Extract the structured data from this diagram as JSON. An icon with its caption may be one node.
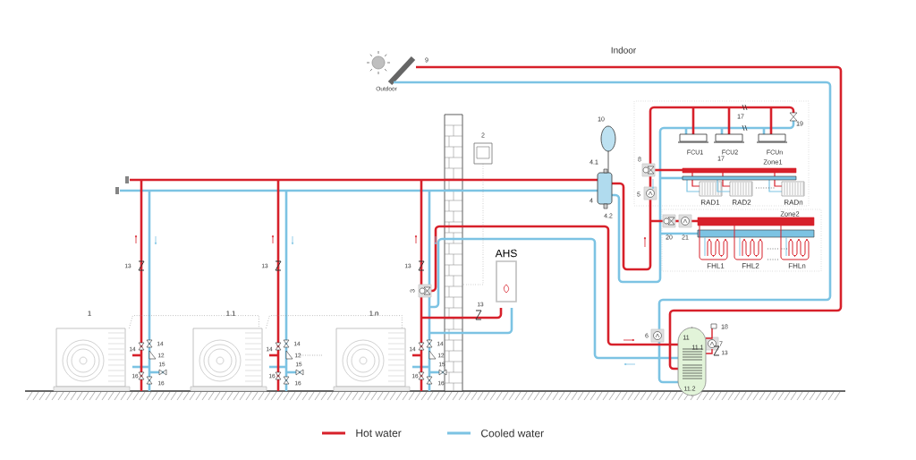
{
  "diagram": {
    "nodes": [
      {
        "text": [
          "1"
        ]
      },
      {
        "text": [
          "1.1"
        ]
      },
      {
        "text": [
          "1.n"
        ]
      },
      {
        "text": [
          "AHS"
        ]
      }
    ],
    "edges": [
      {
        "from": 0,
        "to": 1,
        "arrow": "none",
        "style": "dashed"
      },
      {
        "from": 1,
        "to": 2,
        "arrow": "none",
        "style": "dashed"
      }
    ],
    "labels": [
      "Indoor",
      "9",
      "Outdoor",
      "10",
      "17",
      "19",
      "2",
      "FCU1",
      "FCU2",
      "FCUn",
      "4.1",
      "8",
      "17",
      "Zone1",
      "4",
      "5",
      "RAD1",
      "RAD2",
      "RADn",
      "4.2",
      "Zone2",
      "20",
      "21",
      "13",
      "13",
      "13",
      "FHL1",
      "FHL2",
      "FHLn",
      "3",
      "13",
      "18",
      "6",
      "11",
      "14",
      "14",
      "12",
      "14",
      "14",
      "12",
      "14",
      "14",
      "12",
      "11.1",
      "7",
      "13",
      "15",
      "15",
      "15",
      "16",
      "16",
      "16",
      "16",
      "16",
      "16",
      "11.2"
    ],
    "legend": [
      {
        "text": "Hot water",
        "color": "#d7202a"
      },
      {
        "text": "Cooled water",
        "color": "#7cc3e3"
      }
    ]
  }
}
